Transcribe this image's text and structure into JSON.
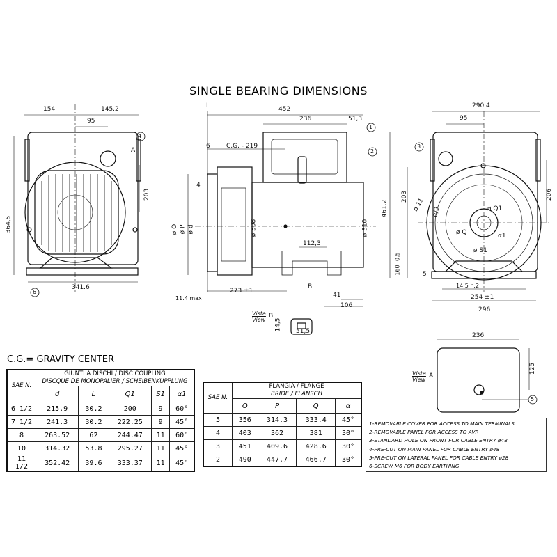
{
  "title": "SINGLE BEARING DIMENSIONS",
  "cg_note": "C.G.= GRAVITY CENTER",
  "dims": {
    "l154": "154",
    "l1452": "145.2",
    "l95": "95",
    "l203": "203",
    "l3645": "364,5",
    "l3416": "341.6",
    "c4": "4",
    "vA": "A",
    "c6": "6",
    "mL": "L",
    "m452": "452",
    "m236": "236",
    "m513": "51,3",
    "c1": "1",
    "c2": "2",
    "m6": "6",
    "mcg": "C.G. - 219",
    "m4": "4",
    "mO": "ø O",
    "mP": "ø P",
    "md": "ø d",
    "m308": "ø 308",
    "m310": "ø 310",
    "m1123": "112,3",
    "m114": "11.4 max",
    "m273": "273 ±1",
    "mB": "B",
    "m41": "41",
    "m106": "106",
    "vistaB": "Vista",
    "viewB": "View",
    "vb": "B",
    "m145": "14,5",
    "m515": "51,5",
    "r2904": "290.4",
    "r95": "95",
    "c3": "3",
    "r203": "203",
    "r206": "206",
    "r4612": "461.2",
    "r11": "ø 11",
    "ra2": "α/2",
    "rQ1": "ø Q1",
    "rQ": "ø Q",
    "ra1": "α1",
    "rS1": "ø S1",
    "r160": "160 -0.5",
    "r5": "5",
    "r145": "14,5 n.2",
    "r254": "254 ±1",
    "r296": "296",
    "b236": "236",
    "b125": "125",
    "c5": "5",
    "vistaA": "Vista",
    "viewA": "View",
    "va": "A"
  },
  "coupling_table": {
    "sae_header": "SAE N.",
    "title1": "GIUNTI A DISCHI / DISC COUPLING",
    "title2": "DISCQUE DE MONOPALIER / SCHEIBENKUPPLUNG",
    "columns": [
      "d",
      "L",
      "Q1",
      "S1",
      "α1"
    ],
    "rows": [
      [
        "6 1/2",
        "215.9",
        "30.2",
        "200",
        "9",
        "60°"
      ],
      [
        "7 1/2",
        "241.3",
        "30.2",
        "222.25",
        "9",
        "45°"
      ],
      [
        "8",
        "263.52",
        "62",
        "244.47",
        "11",
        "60°"
      ],
      [
        "10",
        "314.32",
        "53.8",
        "295.27",
        "11",
        "45°"
      ],
      [
        "11 1/2",
        "352.42",
        "39.6",
        "333.37",
        "11",
        "45°"
      ]
    ]
  },
  "flange_table": {
    "sae_header": "SAE N.",
    "title1": "FLANGIA / FLANGE",
    "title2": "BRIDE / FLANSCH",
    "columns": [
      "O",
      "P",
      "Q",
      "α"
    ],
    "rows": [
      [
        "5",
        "356",
        "314.3",
        "333.4",
        "45°"
      ],
      [
        "4",
        "403",
        "362",
        "381",
        "30°"
      ],
      [
        "3",
        "451",
        "409.6",
        "428.6",
        "30°"
      ],
      [
        "2",
        "490",
        "447.7",
        "466.7",
        "30°"
      ]
    ]
  },
  "notes": [
    "1-REMOVABLE COVER  FOR ACCESS TO MAIN TERMINALS",
    "2-REMOVABLE PANEL FOR ACCESS TO AVR",
    "3-STANDARD HOLE ON FRONT FOR CABLE ENTRY ø48",
    "4-PRE-CUT ON MAIN PANEL FOR CABLE ENTRY ø48",
    "5-PRE-CUT ON LATERAL PANEL FOR CABLE ENTRY ø28",
    "6-SCREW M6 FOR BODY EARTHING"
  ]
}
